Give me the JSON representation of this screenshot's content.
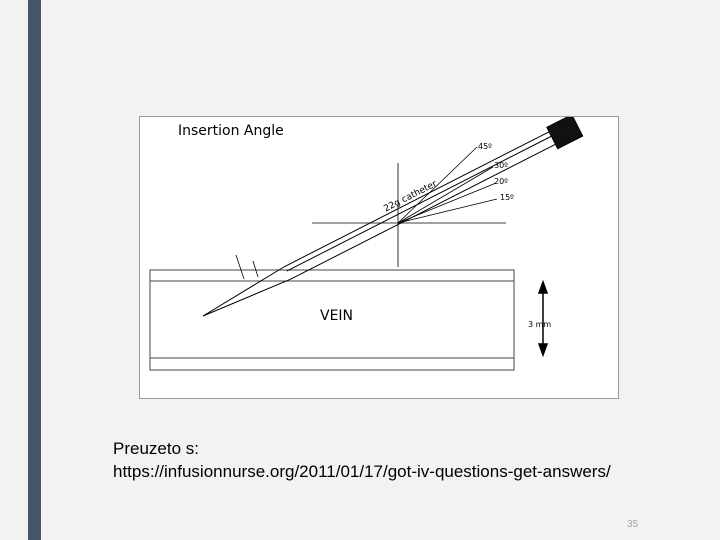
{
  "slide": {
    "accent_color": "#44546a",
    "background_color": "#f2f2f2",
    "page_number": "35"
  },
  "figure": {
    "title": "Insertion Angle",
    "angles": [
      "45º",
      "30º",
      "20º",
      "15º"
    ],
    "needle_label": "22g catheter",
    "vein_label": "VEIN",
    "depth_label": "3 mm"
  },
  "caption": {
    "line1": "Preuzeto s:",
    "line2": "https://infusionnurse.org/2011/01/17/got-iv-questions-get-answers/"
  }
}
